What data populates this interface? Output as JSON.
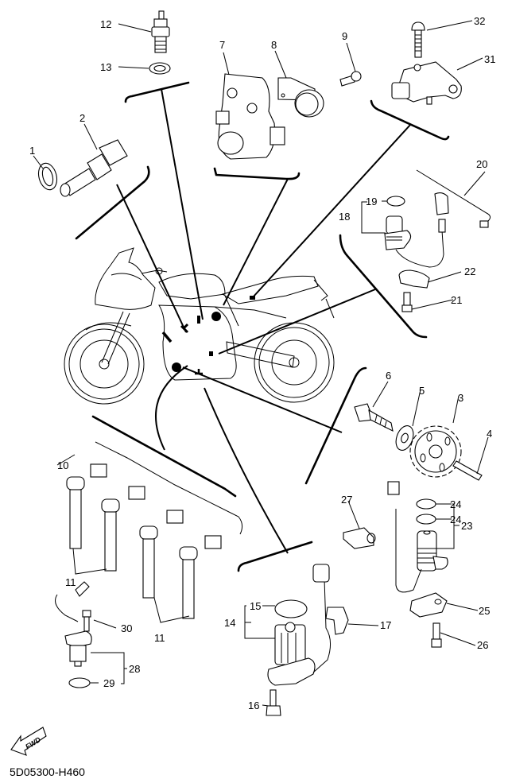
{
  "diagram": {
    "title": "Electrical parts exploded view",
    "drawing_code": "5D05300-H460",
    "fwd_label": "FWD",
    "callouts": [
      {
        "id": "c1",
        "label": "1"
      },
      {
        "id": "c2",
        "label": "2"
      },
      {
        "id": "c3",
        "label": "3"
      },
      {
        "id": "c4",
        "label": "4"
      },
      {
        "id": "c5",
        "label": "5"
      },
      {
        "id": "c6",
        "label": "6"
      },
      {
        "id": "c7",
        "label": "7"
      },
      {
        "id": "c8",
        "label": "8"
      },
      {
        "id": "c9",
        "label": "9"
      },
      {
        "id": "c10",
        "label": "10"
      },
      {
        "id": "c11a",
        "label": "11"
      },
      {
        "id": "c11b",
        "label": "11"
      },
      {
        "id": "c12",
        "label": "12"
      },
      {
        "id": "c13",
        "label": "13"
      },
      {
        "id": "c14",
        "label": "14"
      },
      {
        "id": "c15",
        "label": "15"
      },
      {
        "id": "c16",
        "label": "16"
      },
      {
        "id": "c17",
        "label": "17"
      },
      {
        "id": "c18",
        "label": "18"
      },
      {
        "id": "c19",
        "label": "19"
      },
      {
        "id": "c20",
        "label": "20"
      },
      {
        "id": "c21",
        "label": "21"
      },
      {
        "id": "c22",
        "label": "22"
      },
      {
        "id": "c23",
        "label": "23"
      },
      {
        "id": "c24a",
        "label": "24"
      },
      {
        "id": "c24b",
        "label": "24"
      },
      {
        "id": "c25",
        "label": "25"
      },
      {
        "id": "c26",
        "label": "26"
      },
      {
        "id": "c27",
        "label": "27"
      },
      {
        "id": "c28",
        "label": "28"
      },
      {
        "id": "c29",
        "label": "29"
      },
      {
        "id": "c30",
        "label": "30"
      },
      {
        "id": "c31",
        "label": "31"
      },
      {
        "id": "c32",
        "label": "32"
      }
    ]
  }
}
